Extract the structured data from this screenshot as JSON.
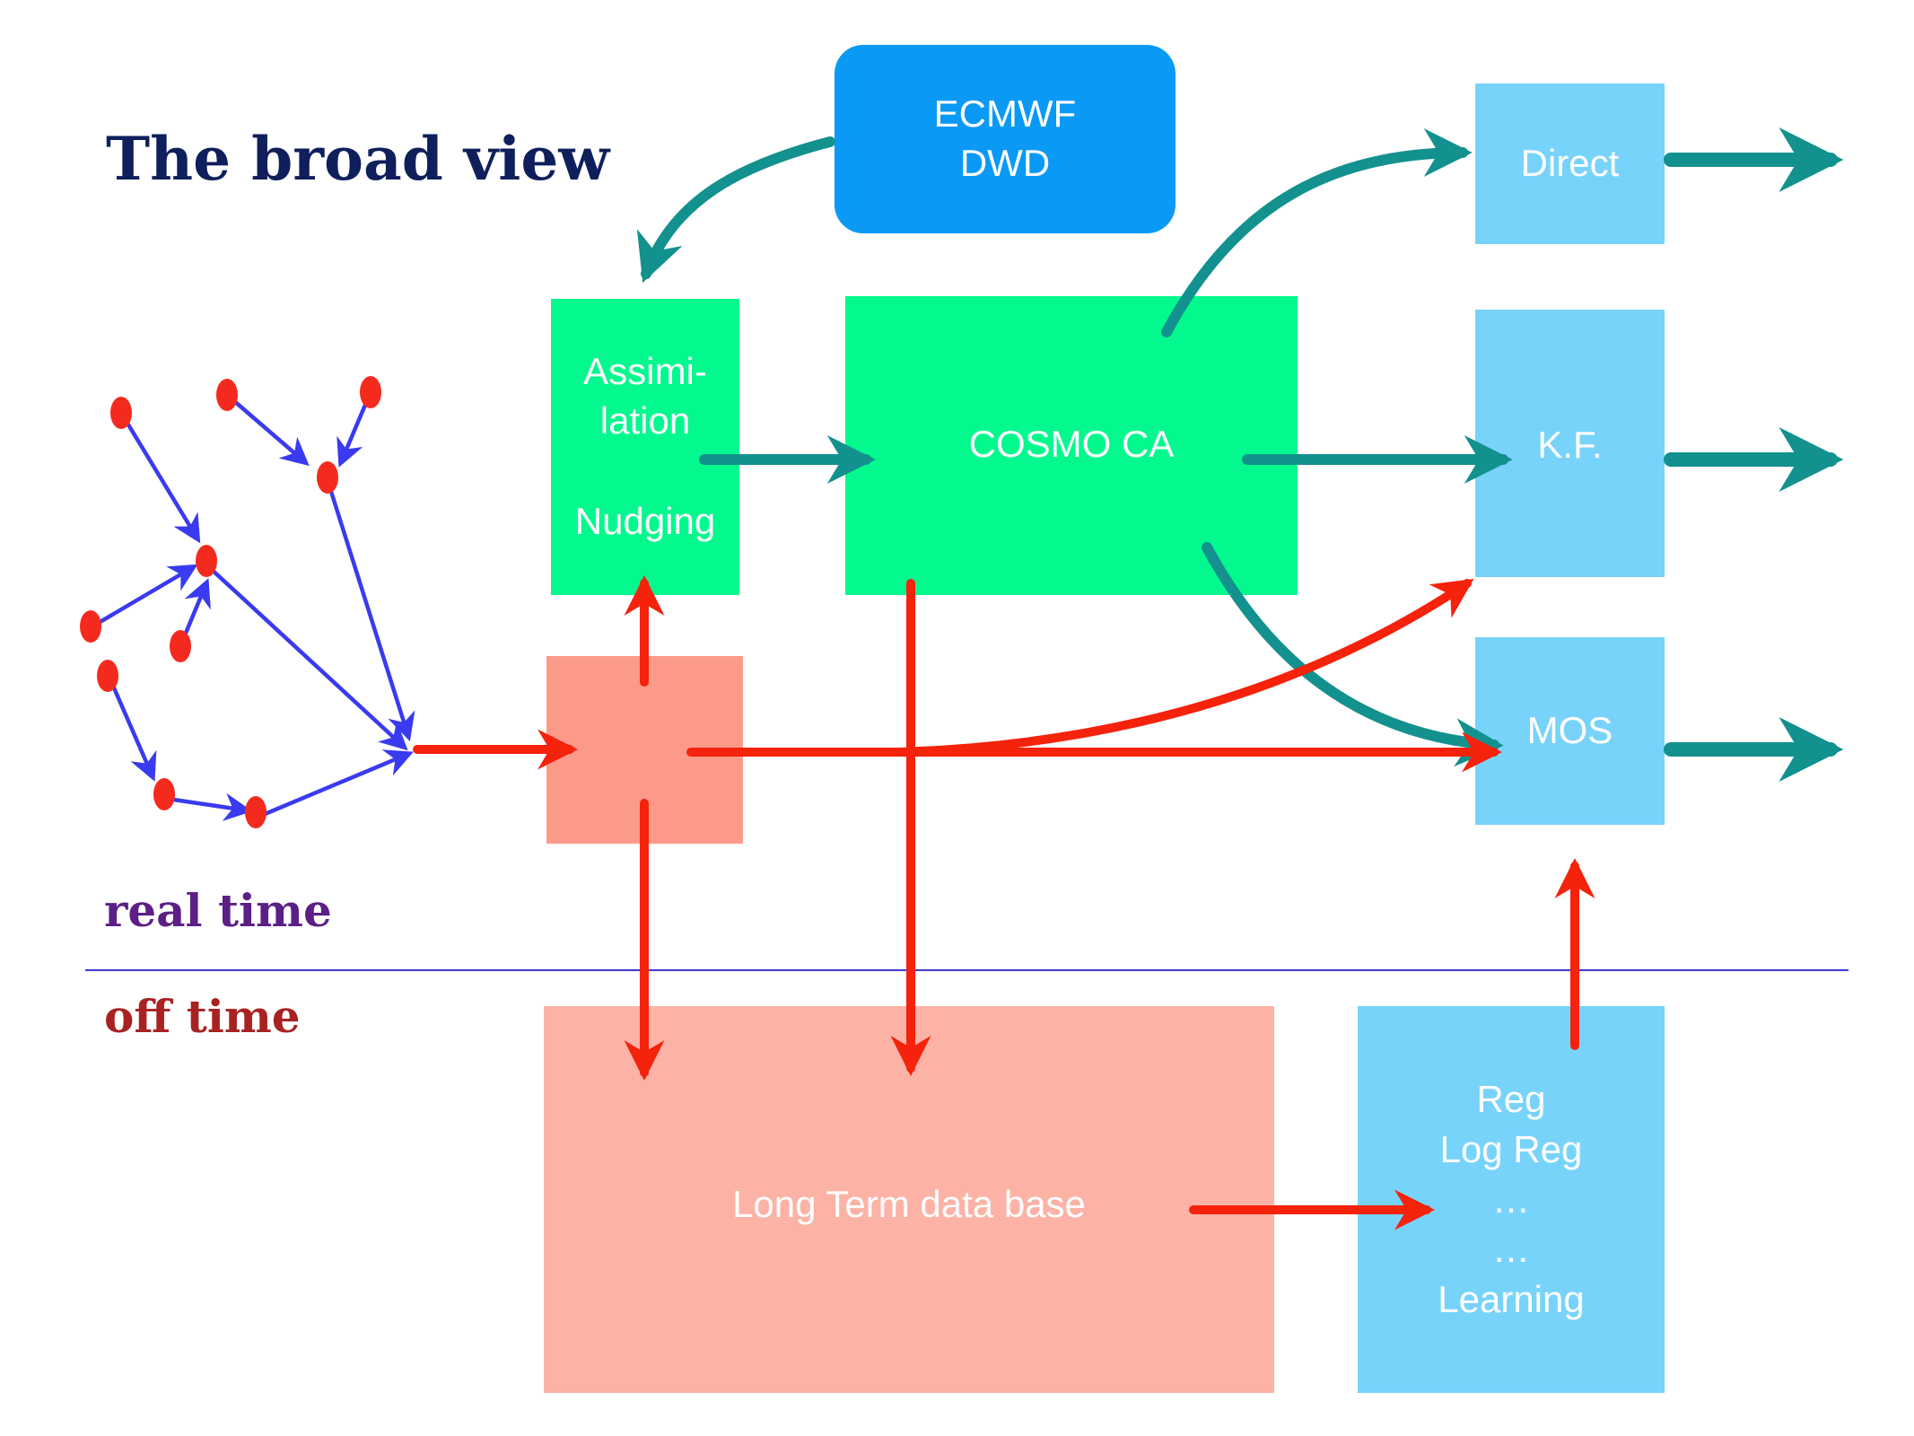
{
  "title": "The broad view",
  "zones": {
    "real_time": "real time",
    "off_time": "off time"
  },
  "boxes": {
    "ecmwf": [
      "ECMWF",
      "DWD"
    ],
    "assimilation": [
      "Assimi-",
      "lation",
      "",
      "Nudging"
    ],
    "cosmo": "COSMO CA",
    "direct": "Direct",
    "kf": "K.F.",
    "mos": "MOS",
    "database": "Long Term data base",
    "learning": [
      "Reg",
      "Log Reg",
      "…",
      "…",
      "Learning"
    ]
  },
  "colors": {
    "title": "#0f1f5c",
    "real_time": "#5b1f86",
    "off_time": "#a82222",
    "ecmwf_box": "#0a99f5",
    "model_box": "#03f98e",
    "output_box": "#78d3fb",
    "obs_box": "#fc9a8a",
    "database_box": "#fdb2a6",
    "teal_arrow": "#12918f",
    "red_arrow": "#f5220c",
    "blue_arrow": "#3a3af0",
    "station_dot": "#f52a1e"
  },
  "icons": {
    "stations": "station-dot",
    "flows": "sketch-arrow"
  }
}
